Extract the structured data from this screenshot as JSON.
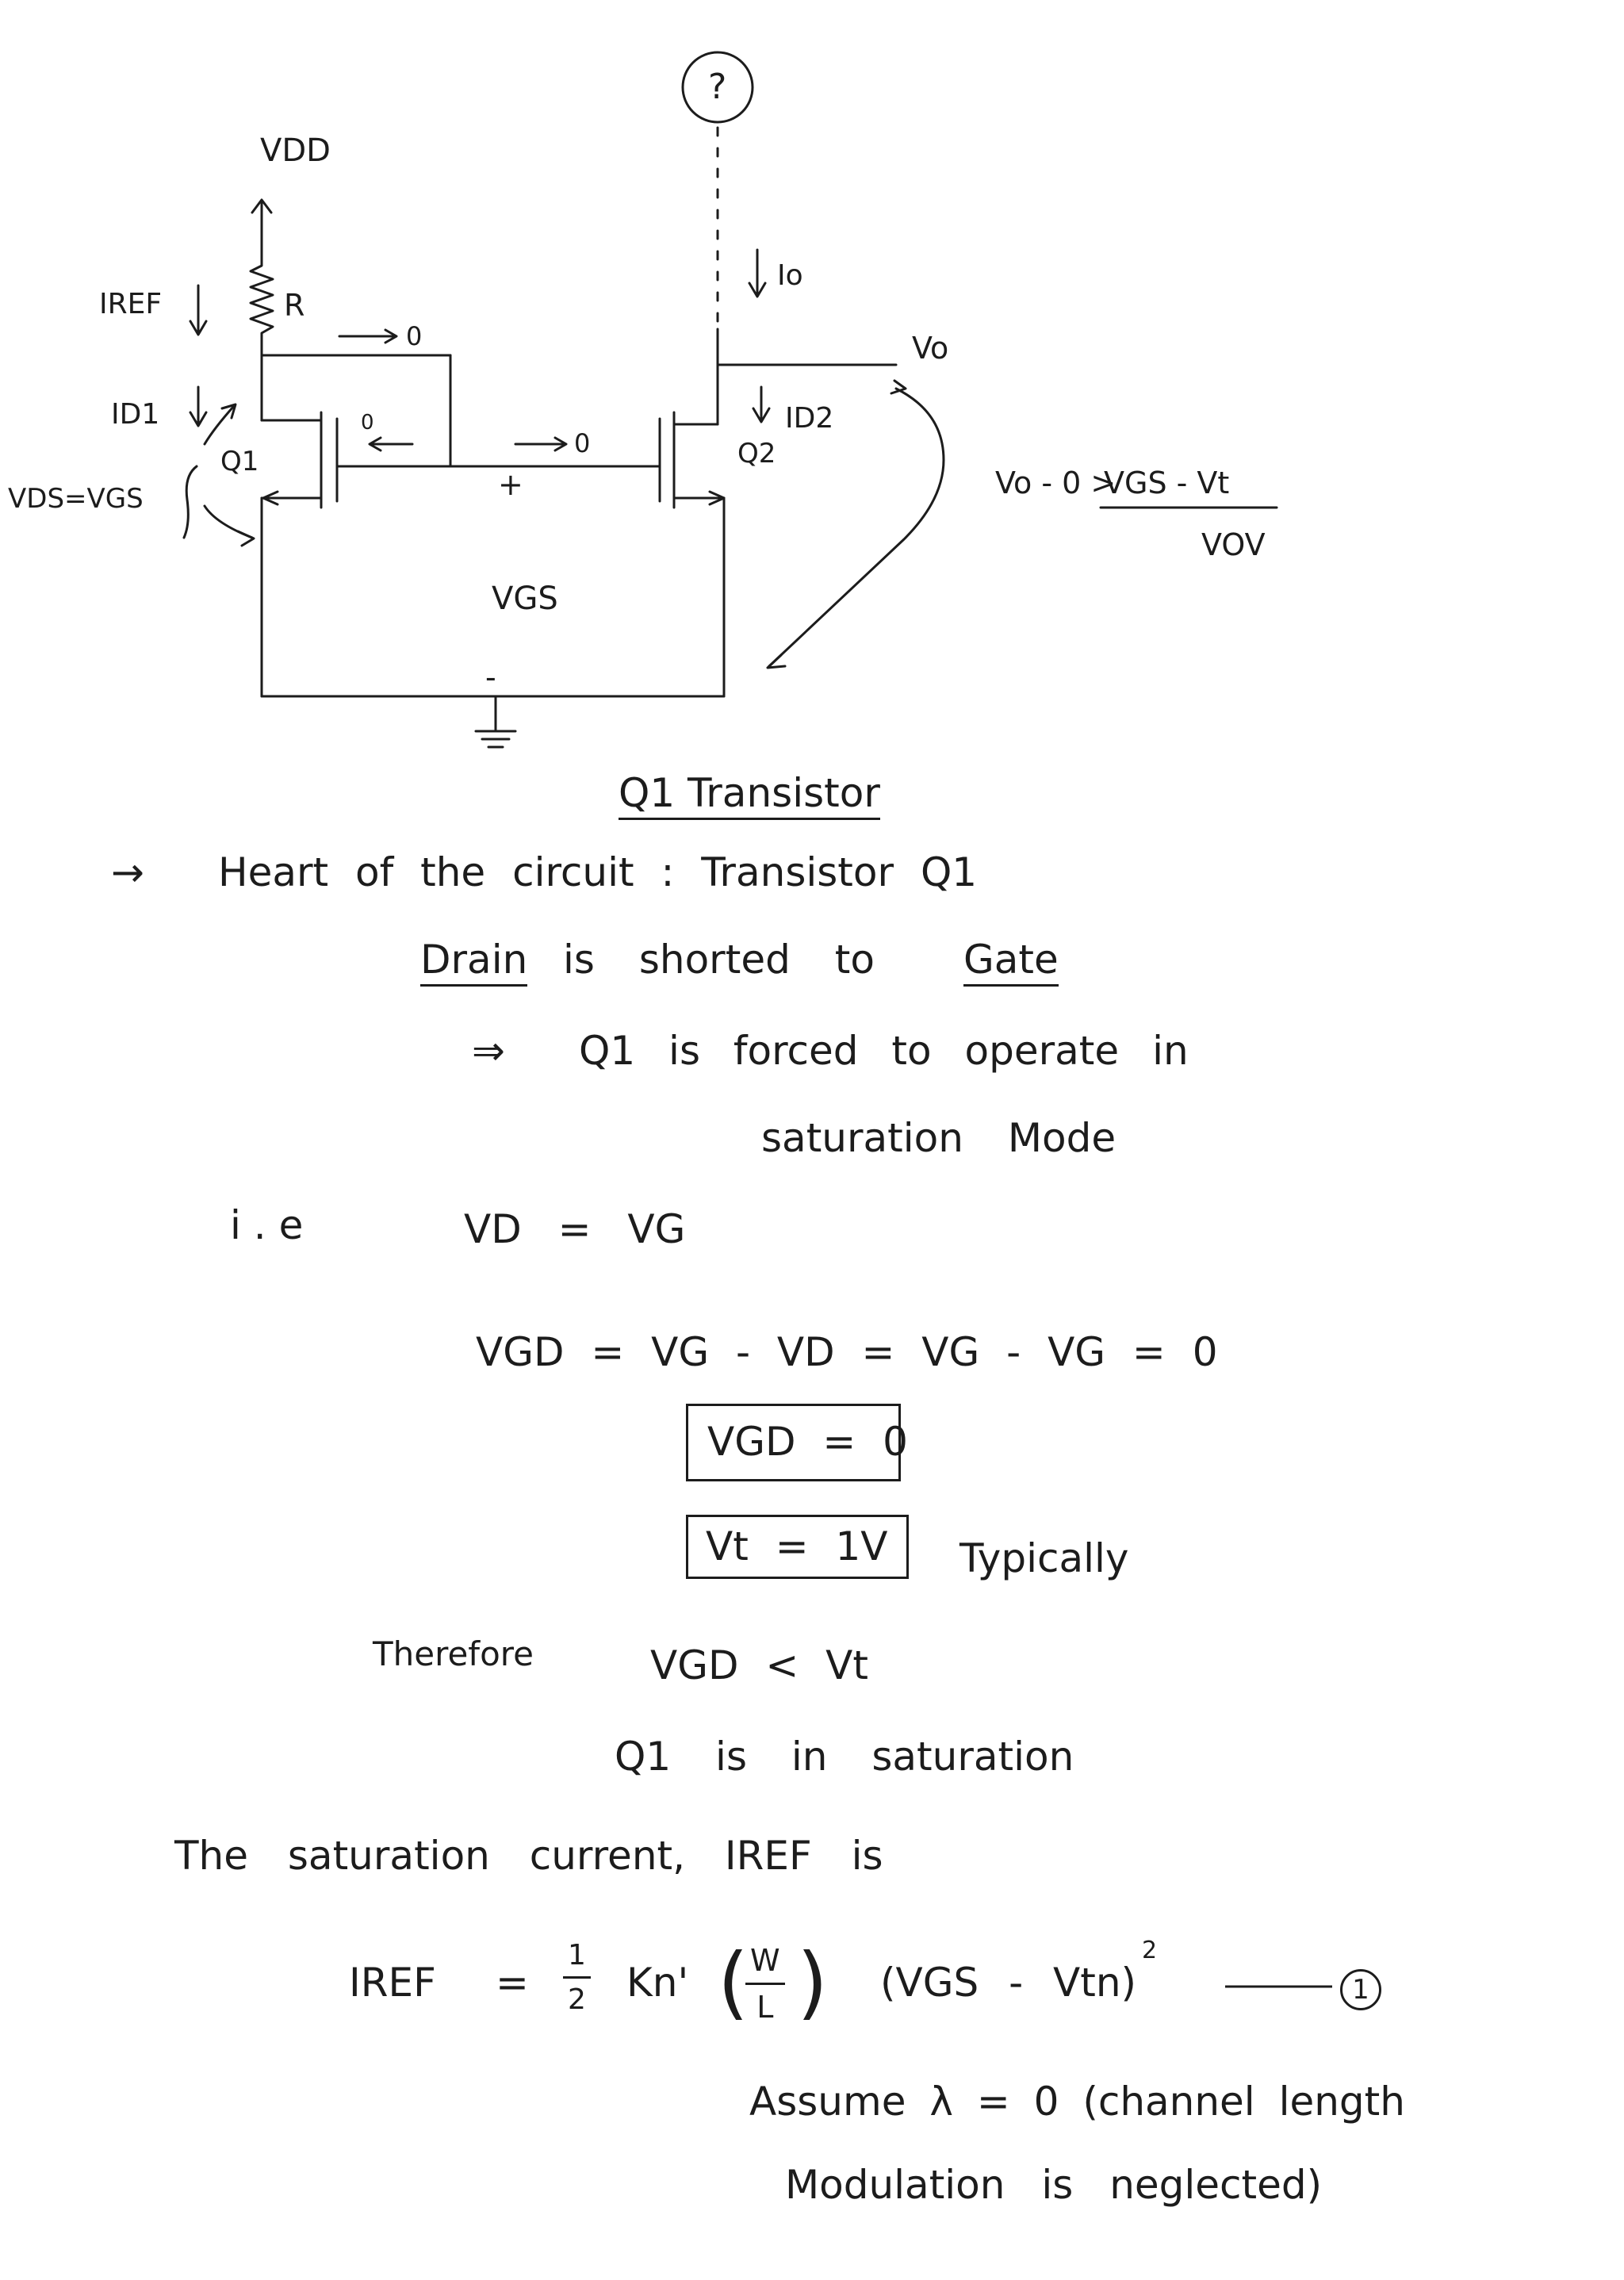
{
  "circuit": {
    "vdd": "VDD",
    "iref": "IREF",
    "r": "R",
    "id1": "ID1",
    "q1": "Q1",
    "vds_eq_vgs": "VDS=VGS",
    "zero_arrow_1": "0",
    "gate_zero": "0",
    "zero_arrow_2": "0",
    "plus": "+",
    "minus": "-",
    "vgs": "VGS",
    "unknown_load": "?",
    "io": "Io",
    "id2": "ID2",
    "q2": "Q2",
    "vo": "Vo",
    "vo_condition": "Vo - 0 > ",
    "vgs_minus_vt": "VGS - Vt",
    "vov": "VOV"
  },
  "section_title": "Q1 Transistor",
  "lines": {
    "heart_arrow": "→",
    "heart": "Heart of the circuit : Transistor Q1",
    "drain": "Drain",
    "is_shorted_to": "is shorted to",
    "gate": "Gate",
    "implies": "⇒",
    "forced": "Q1 is forced to operate in",
    "sat_mode": "saturation Mode",
    "ie": "i . e",
    "vd_vg": "VD = VG",
    "vgd_eq": "VGD = VG - VD = VG - VG = 0",
    "vgd_box": "VGD = 0",
    "vt_box": "Vt = 1V",
    "typically": "Typically",
    "therefore": "Therefore",
    "vgd_lt_vt": "VGD < Vt",
    "q1_sat": "Q1 is in saturation",
    "sat_current": "The saturation current, IREF is",
    "iref_lhs": "IREF",
    "eq_sign": "=",
    "half_num": "1",
    "half_den": "2",
    "kn": "Kn'",
    "w": "W",
    "l": "L",
    "vgs_vtn": "(VGS - Vtn)",
    "squared": "2",
    "eq_number": "1",
    "assume": "Assume  λ = 0  (channel length",
    "modulation": "Modulation is neglected)"
  }
}
